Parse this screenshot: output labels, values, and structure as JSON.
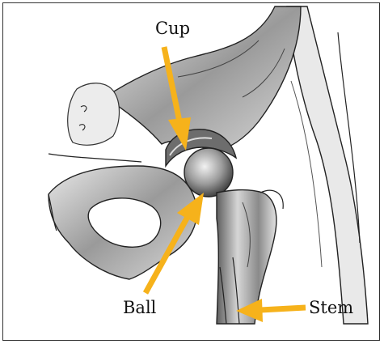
{
  "labels": {
    "cup": "Cup",
    "ball": "Ball",
    "stem": "Stem"
  },
  "colors": {
    "arrow": "#f6b21b",
    "line": "#222222",
    "shade": "#7a7a7a",
    "shade_light": "#c9c9c9"
  }
}
